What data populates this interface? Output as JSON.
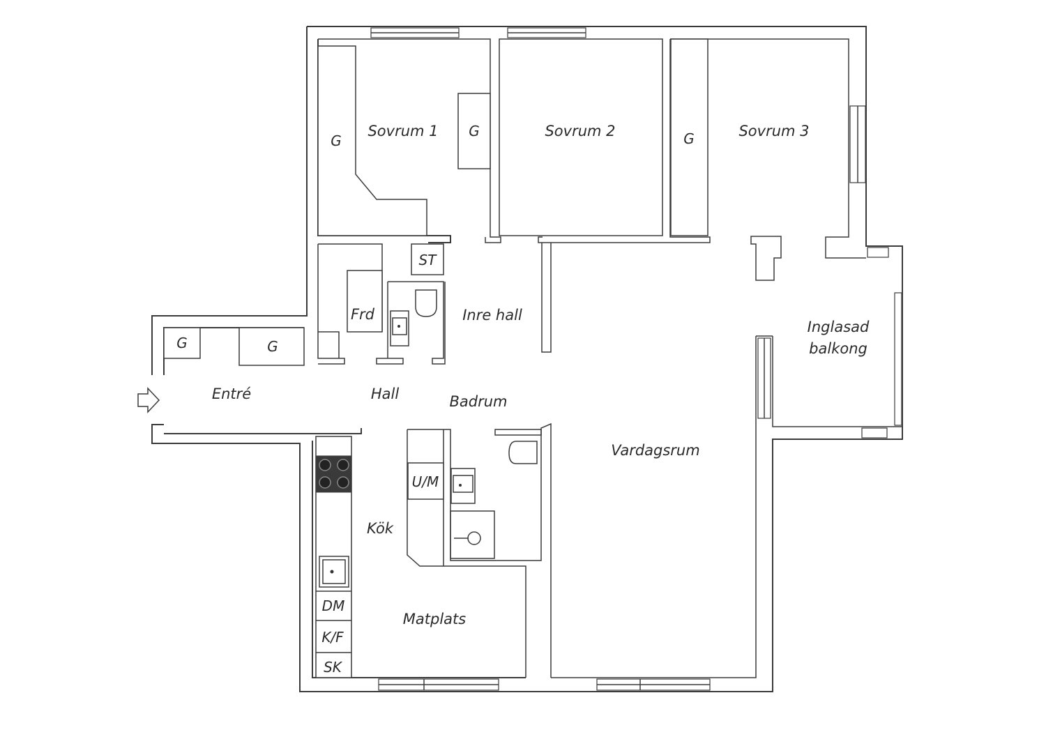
{
  "rooms": {
    "sovrum1": "Sovrum 1",
    "sovrum2": "Sovrum 2",
    "sovrum3": "Sovrum 3",
    "frd": "Frd",
    "inre_hall": "Inre hall",
    "st": "ST",
    "entre": "Entré",
    "hall": "Hall",
    "badrum": "Badrum",
    "vardagsrum": "Vardagsrum",
    "inglasad_1": "Inglasad",
    "inglasad_2": "balkong",
    "kok": "Kök",
    "matplats": "Matplats"
  },
  "fixtures": {
    "wardrobe": "G",
    "um": "U/M",
    "dm": "DM",
    "kf": "K/F",
    "sk": "SK"
  }
}
